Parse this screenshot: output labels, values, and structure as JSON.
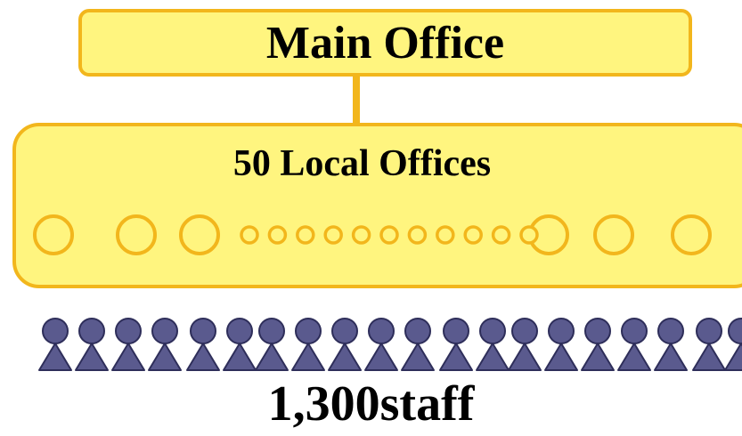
{
  "diagram": {
    "main_office": {
      "label": "Main Office"
    },
    "local_offices": {
      "label": "50 Local Offices"
    },
    "staff": {
      "label": "1,300staff"
    }
  },
  "colors": {
    "box_fill": "#fff57f",
    "box_border": "#f2b61c",
    "person_fill": "#5a5a8e",
    "person_stroke": "#2e2e5a"
  },
  "icons": {
    "office": "office-circle-icon",
    "person": "person-icon"
  }
}
